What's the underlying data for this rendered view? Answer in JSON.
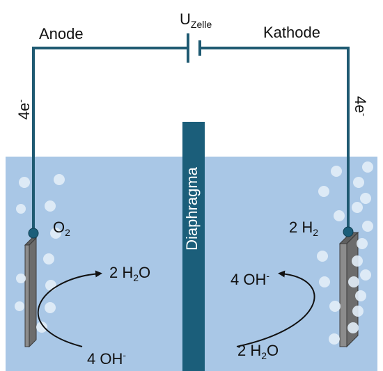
{
  "labels": {
    "anode": "Anode",
    "cathode": "Kathode",
    "voltage_main": "U",
    "voltage_sub": "Zelle",
    "electrons_left": "4e",
    "electrons_left_sup": "-",
    "electrons_right": "4e",
    "electrons_right_sup": "-",
    "diaphragma": "Diaphragma",
    "o2_main": "O",
    "o2_sub": "2",
    "h2_main": "2 H",
    "h2_sub": "2",
    "water_left_a": "2 H",
    "water_left_sub": "2",
    "water_left_b": "O",
    "hydroxide_left": "4 OH",
    "hydroxide_left_sup": "-",
    "hydroxide_right": "4 OH",
    "hydroxide_right_sup": "-",
    "water_right_a": "2 H",
    "water_right_sub": "2",
    "water_right_b": "O"
  },
  "colors": {
    "electrolyte": "#a9c7e6",
    "wire": "#1f5a72",
    "diaphragm": "#1b5e7a",
    "electrode": "#8c8c8c",
    "bubble": "#e3eef8"
  }
}
